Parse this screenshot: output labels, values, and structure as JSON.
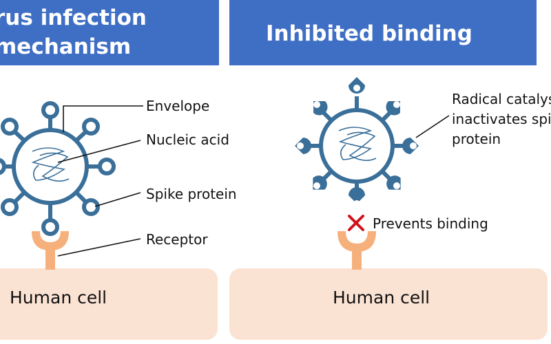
{
  "left_panel": {
    "title_line1": "rus infection",
    "title_line2": "mechanism",
    "labels": {
      "envelope": "Envelope",
      "nucleic_acid": "Nucleic acid",
      "spike_protein": "Spike protein",
      "receptor": "Receptor"
    },
    "cell_label": "Human cell"
  },
  "right_panel": {
    "title": "Inhibited binding",
    "catalyst_line1": "Radical catalyst",
    "catalyst_line2": "inactivates spike",
    "catalyst_line3": "protein",
    "prevents_label": "Prevents binding",
    "cell_label": "Human cell"
  },
  "colors": {
    "banner": "#3f6fc4",
    "virus": "#3a6f99",
    "receptor": "#f6b07c",
    "cell": "#fbe3d4",
    "cross": "#d0121b"
  },
  "icons": {
    "block_mark": "x-mark-icon"
  }
}
